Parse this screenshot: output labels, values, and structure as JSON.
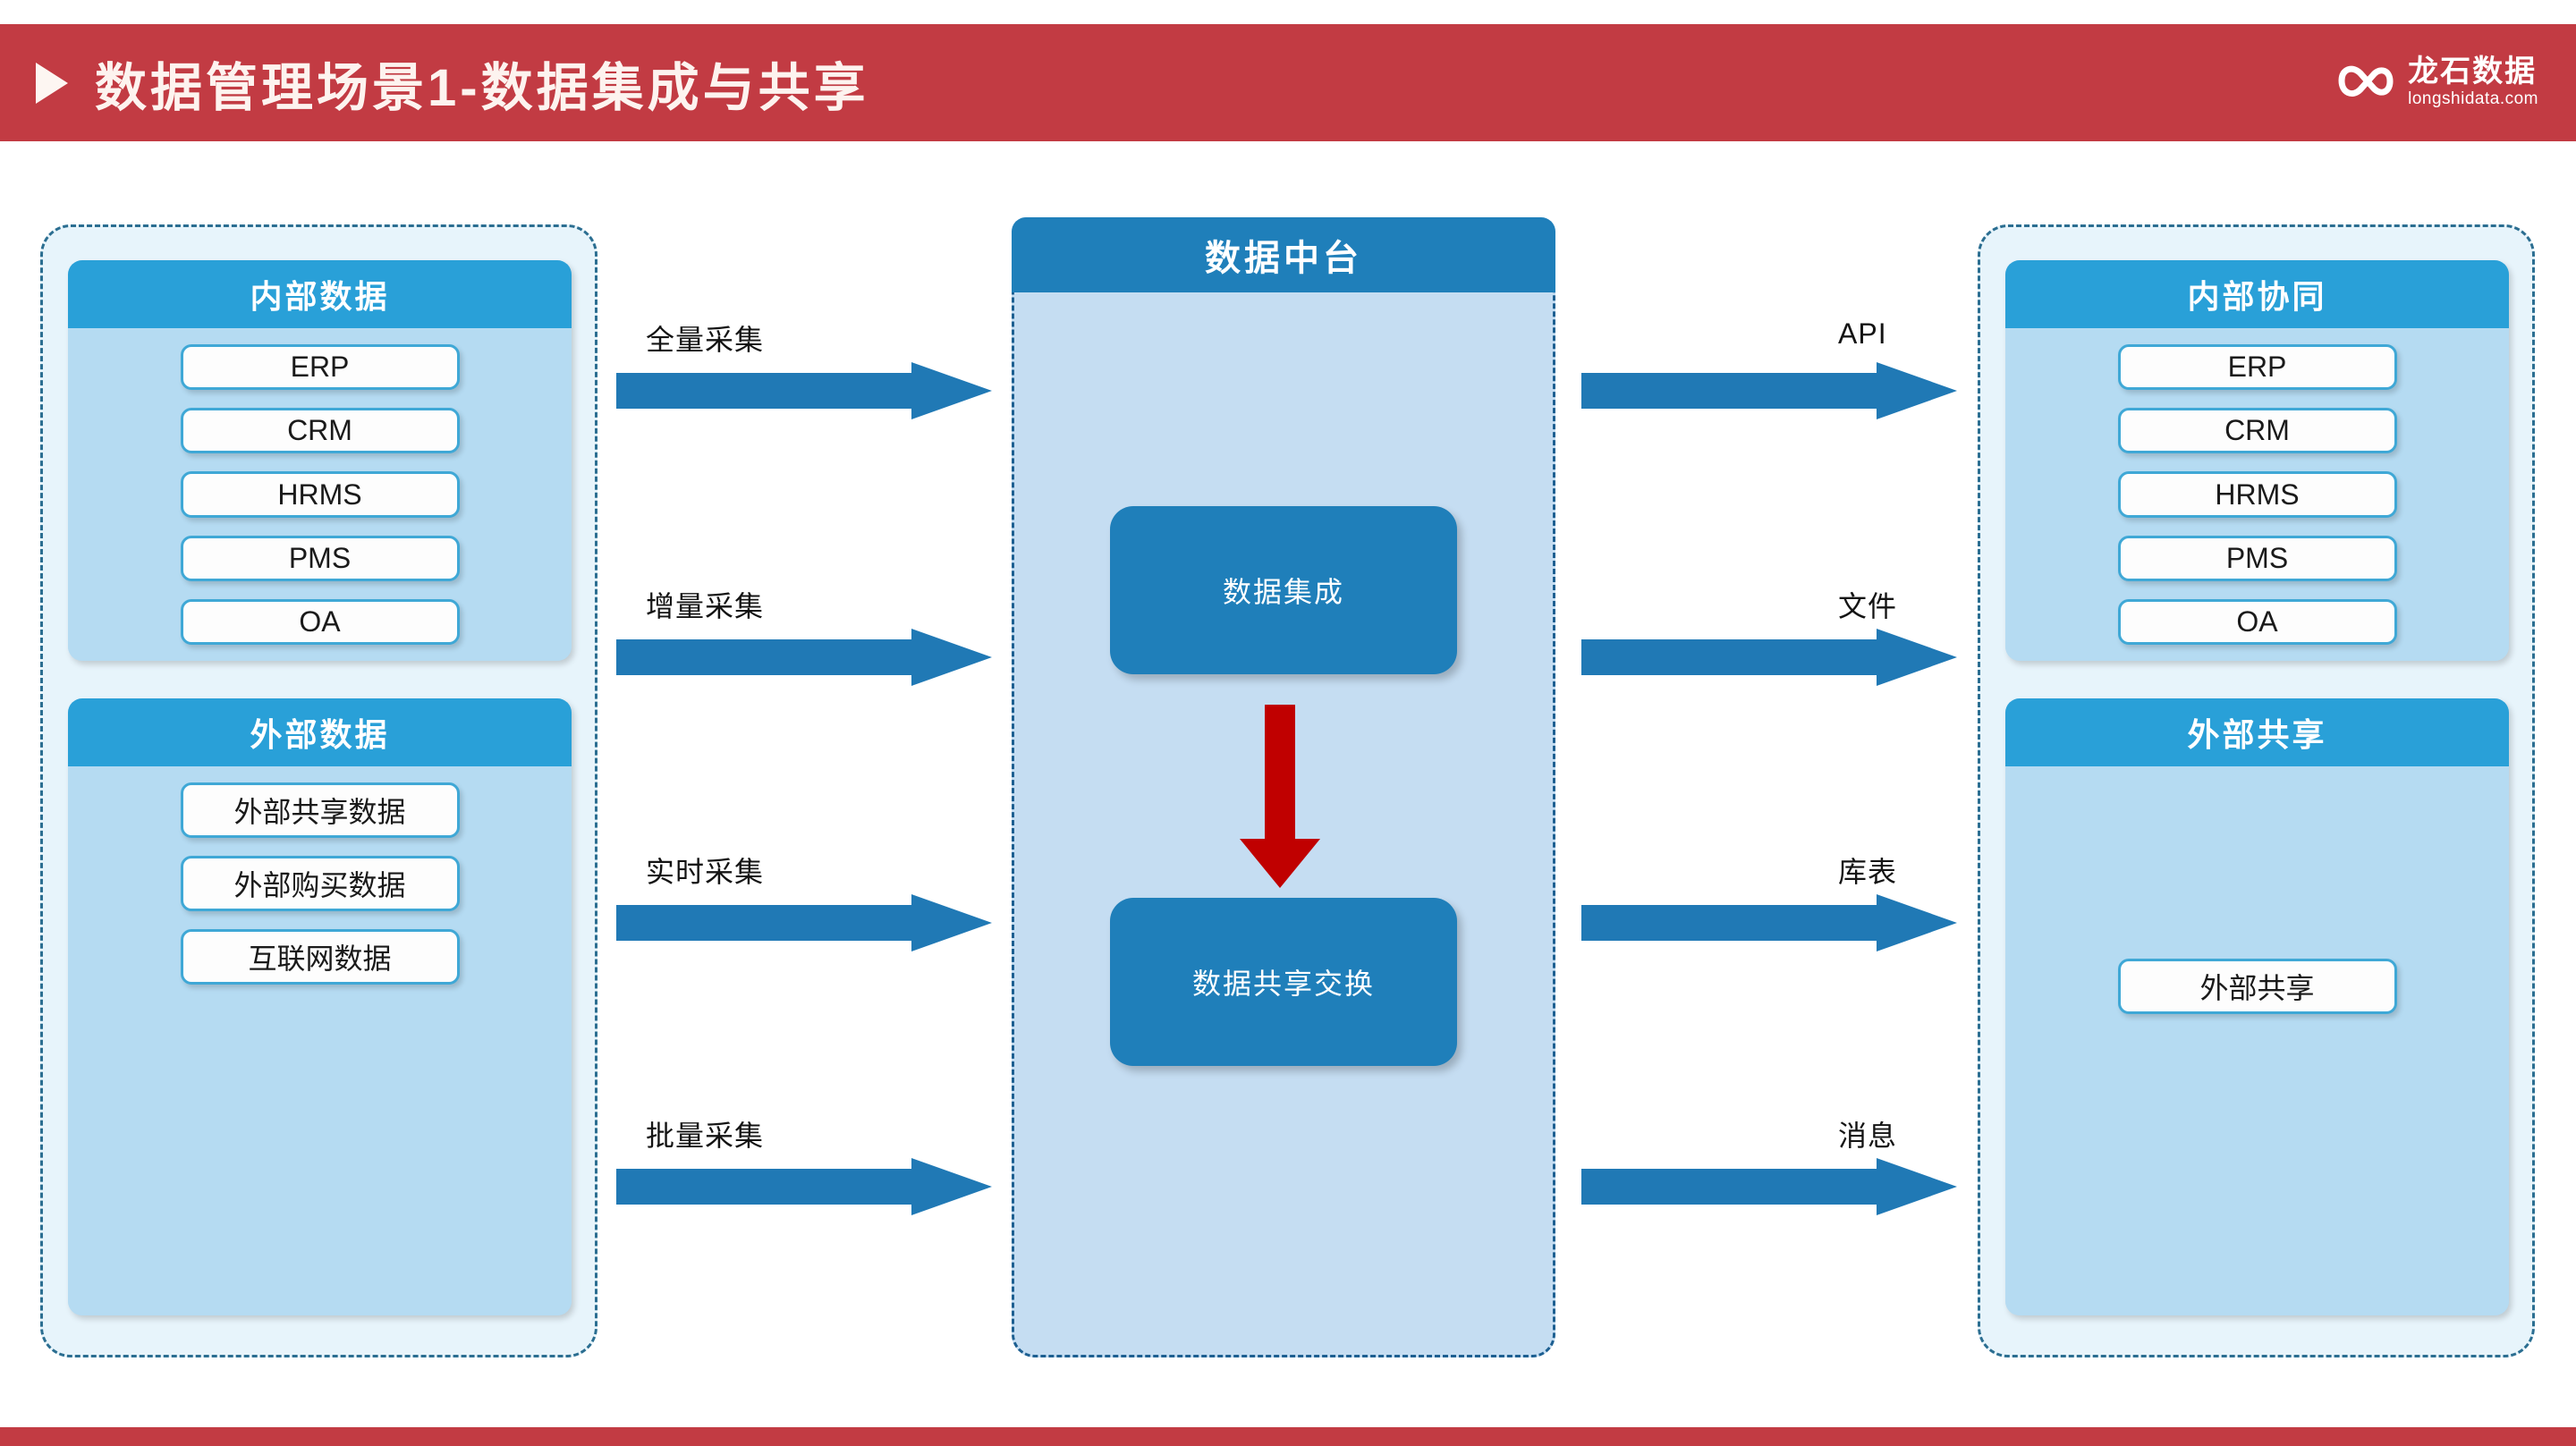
{
  "header": {
    "title": "数据管理场景1-数据集成与共享",
    "triangle_icon": "play-triangle-icon",
    "brand_name": "龙石数据",
    "brand_domain": "longshidata.com",
    "brand_mark_icon": "infinity-loop-logo-icon",
    "bar_color": "#c23b43"
  },
  "colors": {
    "header_red": "#c23b43",
    "side_header_blue": "#29a0d8",
    "center_header_blue": "#1f7fba",
    "panel_light_blue": "#b5dbf2",
    "outer_panel_bg": "#e7f4fb",
    "center_panel_bg": "#c5ddf2",
    "arrow_blue": "#2079b5",
    "red_arrow": "#c00000",
    "chip_border": "#3fa8d6"
  },
  "left_panel": {
    "groups": [
      {
        "title": "内部数据",
        "items": [
          "ERP",
          "CRM",
          "HRMS",
          "PMS",
          "OA"
        ]
      },
      {
        "title": "外部数据",
        "items": [
          "外部共享数据",
          "外部购买数据",
          "互联网数据"
        ]
      }
    ]
  },
  "center_panel": {
    "title": "数据中台",
    "blocks": [
      "数据集成",
      "数据共享交换"
    ],
    "internal_arrow_icon": "down-arrow-icon"
  },
  "right_panel": {
    "groups": [
      {
        "title": "内部协同",
        "items": [
          "ERP",
          "CRM",
          "HRMS",
          "PMS",
          "OA"
        ]
      },
      {
        "title": "外部共享",
        "items": [
          "外部共享"
        ]
      }
    ]
  },
  "left_flows": [
    {
      "label": "全量采集"
    },
    {
      "label": "增量采集"
    },
    {
      "label": "实时采集"
    },
    {
      "label": "批量采集"
    }
  ],
  "right_flows": [
    {
      "label": "API"
    },
    {
      "label": "文件"
    },
    {
      "label": "库表"
    },
    {
      "label": "消息"
    }
  ]
}
